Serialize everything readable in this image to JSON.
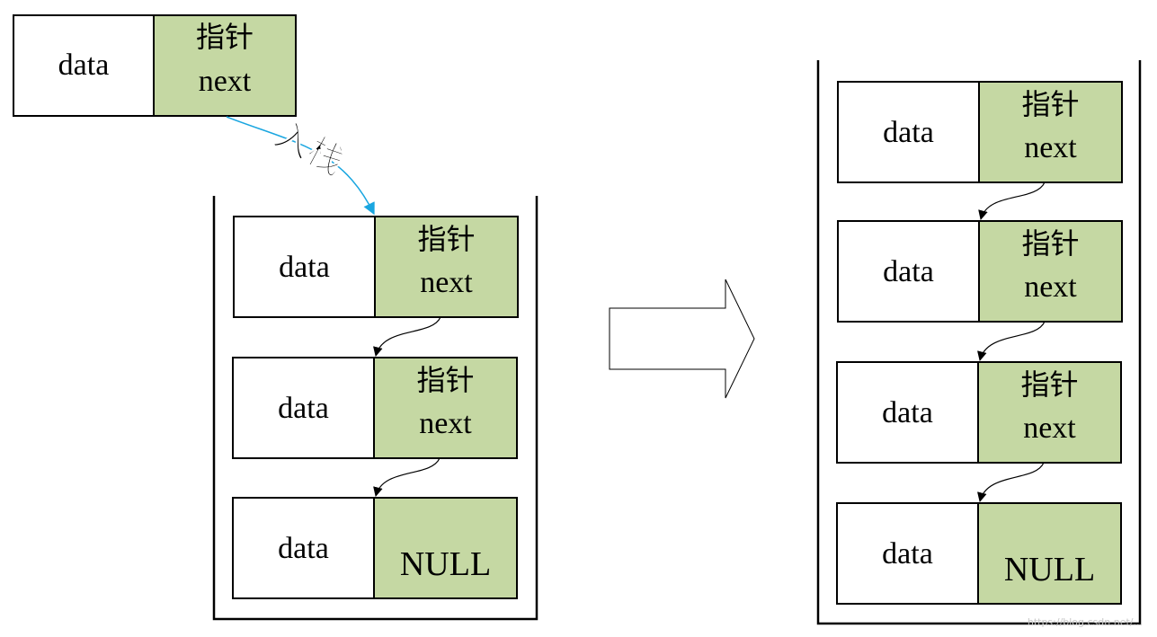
{
  "colors": {
    "pointer_fill": "#c5d8a3",
    "data_fill": "#ffffff",
    "stroke": "#000000",
    "push_arrow": "#1aa6e0"
  },
  "push_label": "入栈",
  "new_node": {
    "data_label": "data",
    "ptr_label_cn": "指针",
    "ptr_label_en": "next"
  },
  "before_stack": {
    "nodes": [
      {
        "data_label": "data",
        "ptr_label_cn": "指针",
        "ptr_label_en": "next"
      },
      {
        "data_label": "data",
        "ptr_label_cn": "指针",
        "ptr_label_en": "next"
      },
      {
        "data_label": "data",
        "ptr_label_cn": "",
        "ptr_label_en": "NULL"
      }
    ]
  },
  "after_stack": {
    "nodes": [
      {
        "data_label": "data",
        "ptr_label_cn": "指针",
        "ptr_label_en": "next"
      },
      {
        "data_label": "data",
        "ptr_label_cn": "指针",
        "ptr_label_en": "next"
      },
      {
        "data_label": "data",
        "ptr_label_cn": "指针",
        "ptr_label_en": "next"
      },
      {
        "data_label": "data",
        "ptr_label_cn": "",
        "ptr_label_en": "NULL"
      }
    ]
  },
  "watermark": "https://blog.csdn.net/..."
}
